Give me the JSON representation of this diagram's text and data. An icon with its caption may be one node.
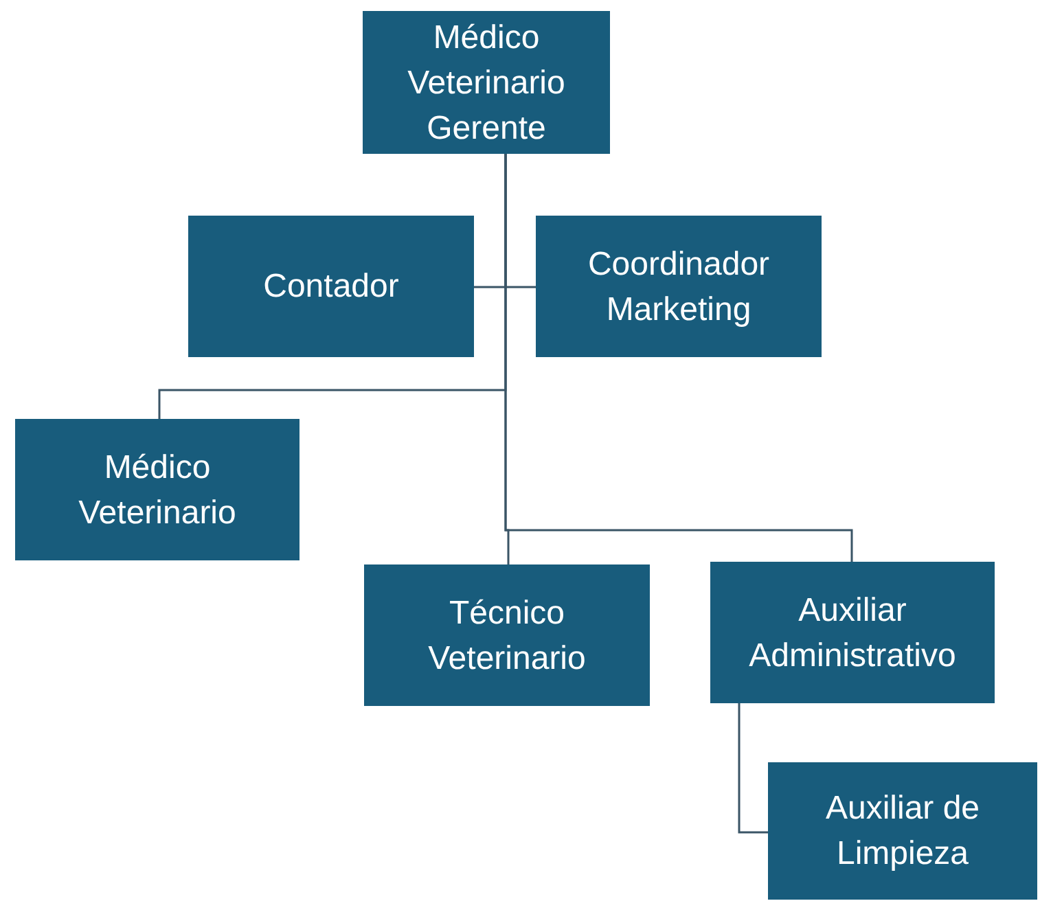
{
  "diagram": {
    "nodes": [
      {
        "text": [
          "Médico Veterinario Gerente"
        ]
      },
      {
        "text": [
          "Contador"
        ]
      },
      {
        "text": [
          "Coordinador Marketing"
        ]
      },
      {
        "text": [
          "Médico Veterinario"
        ]
      },
      {
        "text": [
          "Técnico Veterinario"
        ]
      },
      {
        "text": [
          "Auxiliar Administrativo"
        ]
      },
      {
        "text": [
          "Auxiliar de Limpieza"
        ]
      }
    ],
    "edges": [
      {
        "from": 0,
        "to": 1,
        "arrow": "none"
      },
      {
        "from": 0,
        "to": 2,
        "arrow": "none"
      },
      {
        "from": 0,
        "to": 3,
        "arrow": "none"
      },
      {
        "from": 0,
        "to": 4,
        "arrow": "none"
      },
      {
        "from": 0,
        "to": 5,
        "arrow": "none"
      },
      {
        "from": 5,
        "to": 6,
        "arrow": "none"
      }
    ]
  }
}
